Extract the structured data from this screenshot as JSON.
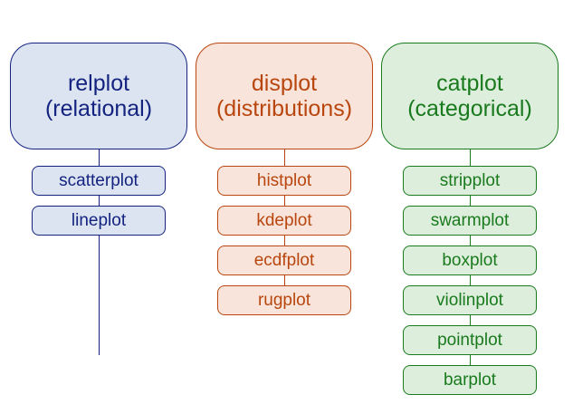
{
  "columns": [
    {
      "title": "relplot",
      "subtitle": "(relational)",
      "text_color": "#14237f",
      "border_color": "#14237f",
      "fill_color": "#dce4f2",
      "items": [
        "scatterplot",
        "lineplot"
      ]
    },
    {
      "title": "displot",
      "subtitle": "(distributions)",
      "text_color": "#b8460e",
      "border_color": "#b8460e",
      "fill_color": "#f8e4da",
      "items": [
        "histplot",
        "kdeplot",
        "ecdfplot",
        "rugplot"
      ]
    },
    {
      "title": "catplot",
      "subtitle": "(categorical)",
      "text_color": "#1a7a1e",
      "border_color": "#1a7a1e",
      "fill_color": "#deeedd",
      "items": [
        "stripplot",
        "swarmplot",
        "boxplot",
        "violinplot",
        "pointplot",
        "barplot"
      ]
    }
  ]
}
